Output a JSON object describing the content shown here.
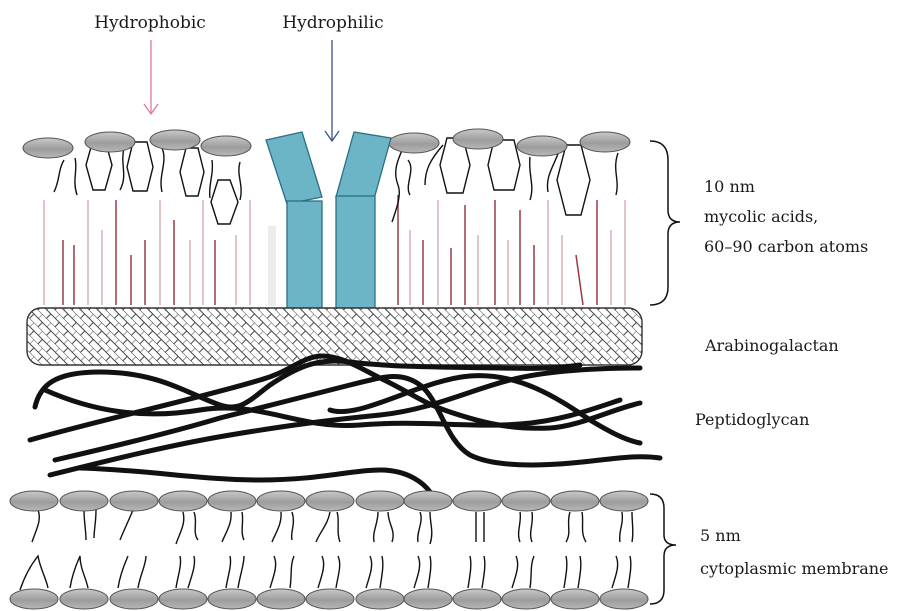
{
  "labels": {
    "hydrophobic": "Hydrophobic",
    "hydrophilic": "Hydrophilic",
    "outer_thickness": "10 nm",
    "outer_name": "mycolic acids,",
    "outer_carbon": "60–90 carbon atoms",
    "arabinogalactan": "Arabinogalactan",
    "peptidoglycan": "Peptidoglycan",
    "inner_thickness": "5 nm",
    "inner_name": "cytoplasmic membrane"
  },
  "colors": {
    "hydrophobic_arrow": "#e8779c",
    "hydrophilic_arrow": "#3a4f8f",
    "porin_fill": "#6bb5c6",
    "porin_stroke": "#2b6f84",
    "lipid_head": "#a9a9a9",
    "mycolic_red": "#9a3a44",
    "mycolic_pink": "#d9b3b3",
    "peptidoglycan": "#111111"
  },
  "icons": {
    "porin": "porin-channel-icon",
    "lipid": "lipid-head-icon"
  }
}
